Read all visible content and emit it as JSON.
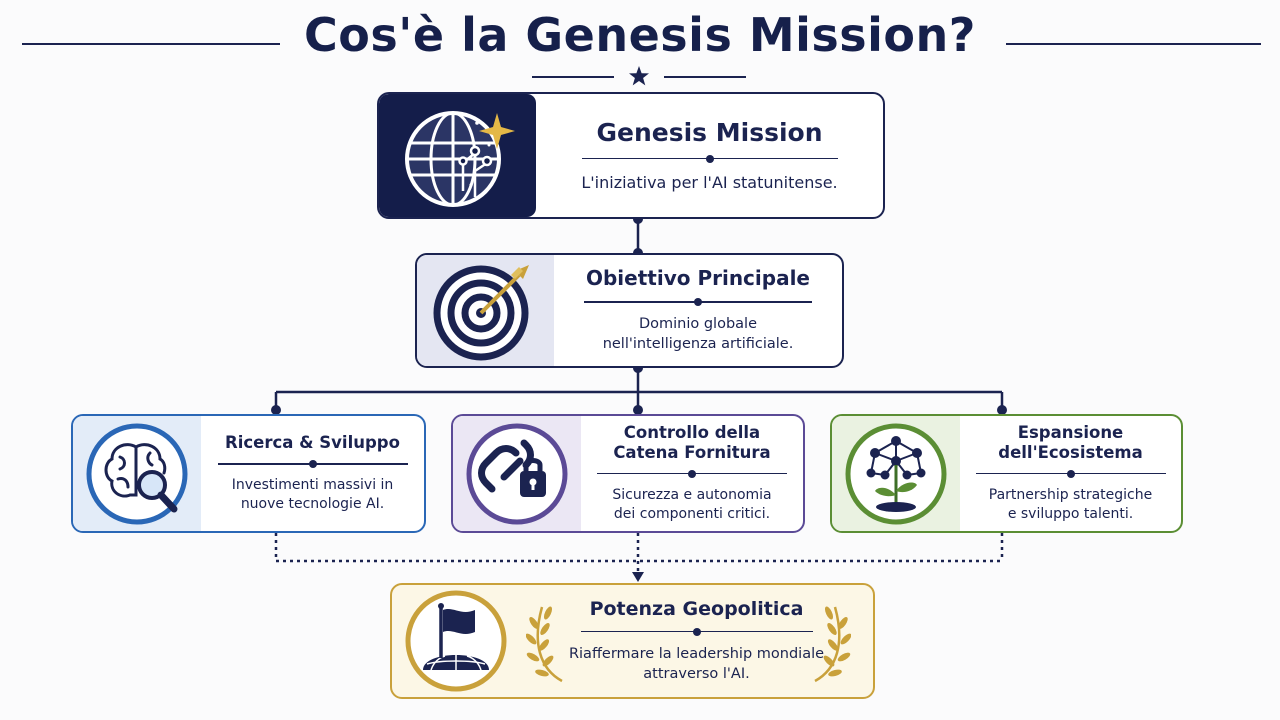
{
  "title": "Cos'è la Genesis Mission?",
  "colors": {
    "navy": "#1b2350",
    "blue": "#2a67b6",
    "purple": "#5b4a96",
    "green": "#5b8e34",
    "gold": "#c9a13b"
  },
  "nodes": {
    "genesis": {
      "heading": "Genesis Mission",
      "description": "L'iniziativa per l'AI statunitense.",
      "icon": "globe-circuit-star-icon"
    },
    "obiettivo": {
      "heading": "Obiettivo Principale",
      "description_line1": "Dominio globale",
      "description_line2": "nell'intelligenza artificiale.",
      "icon": "target-arrow-icon"
    },
    "ricerca": {
      "heading": "Ricerca & Sviluppo",
      "description_line1": "Investimenti massivi in",
      "description_line2": "nuove tecnologie AI.",
      "icon": "brain-magnifier-icon"
    },
    "catena": {
      "heading_line1": "Controllo della",
      "heading_line2": "Catena Fornitura",
      "description_line1": "Sicurezza e autonomia",
      "description_line2": "dei componenti critici.",
      "icon": "chain-lock-icon"
    },
    "ecosistema": {
      "heading_line1": "Espansione",
      "heading_line2": "dell'Ecosistema",
      "description_line1": "Partnership strategiche",
      "description_line2": "e sviluppo talenti.",
      "icon": "network-plant-icon"
    },
    "potenza": {
      "heading": "Potenza Geopolitica",
      "description_line1": "Riaffermare la leadership mondiale",
      "description_line2": "attraverso l'AI.",
      "icon": "flag-globe-icon"
    }
  }
}
